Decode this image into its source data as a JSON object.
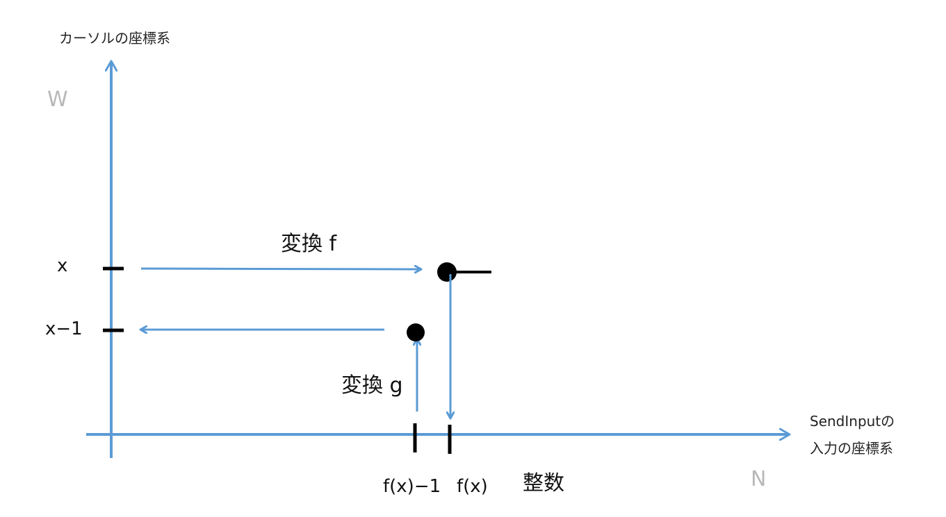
{
  "labels": {
    "y_system": "カーソルの座標系",
    "y_letter": "W",
    "x_system_line1": "SendInputの",
    "x_system_line2": "入力の座標系",
    "x_letter": "N",
    "tick_x": "x",
    "tick_x_minus_1": "x−1",
    "tick_fx_minus_1": "f(x)−1",
    "tick_fx": "f(x)",
    "integer_label": "整数",
    "transform_f": "変換 f",
    "transform_g": "変換 g"
  },
  "colors": {
    "axis": "#5b9bd5",
    "ink": "#000000",
    "letter": "#b8b8b8"
  }
}
